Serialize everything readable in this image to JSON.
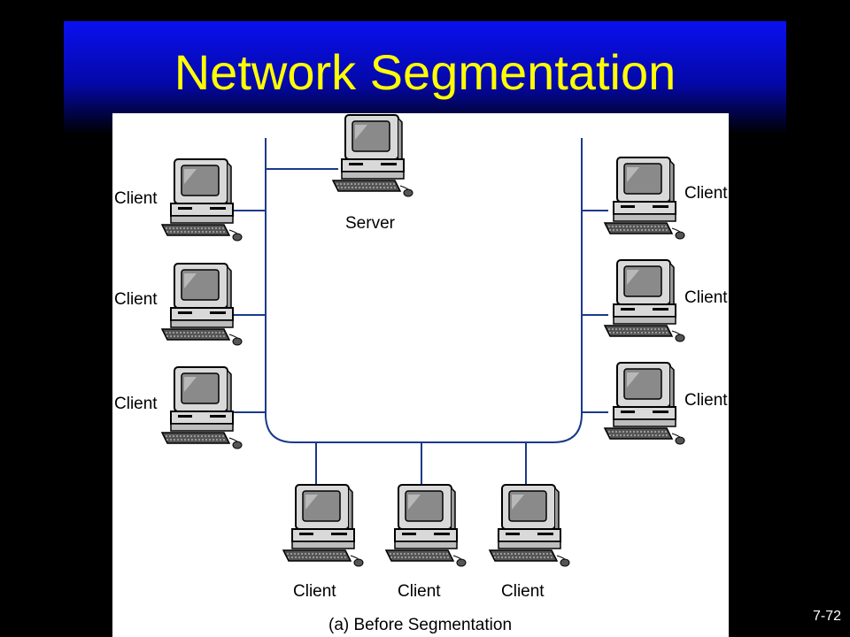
{
  "slide": {
    "title": "Network Segmentation",
    "page_number": "7-72"
  },
  "diagram": {
    "caption": "(a) Before Segmentation",
    "server_label": "Server",
    "left_clients": [
      "Client",
      "Client",
      "Client"
    ],
    "right_clients": [
      "Client",
      "Client",
      "Client"
    ],
    "bottom_clients": [
      "Client",
      "Client",
      "Client"
    ]
  },
  "colors": {
    "title": "#ffff00",
    "title_bg": "#0408a8",
    "background": "#000000",
    "diagram_bg": "#ffffff",
    "network_line": "#1a3a8a"
  },
  "icons": [
    "computer-icon"
  ]
}
